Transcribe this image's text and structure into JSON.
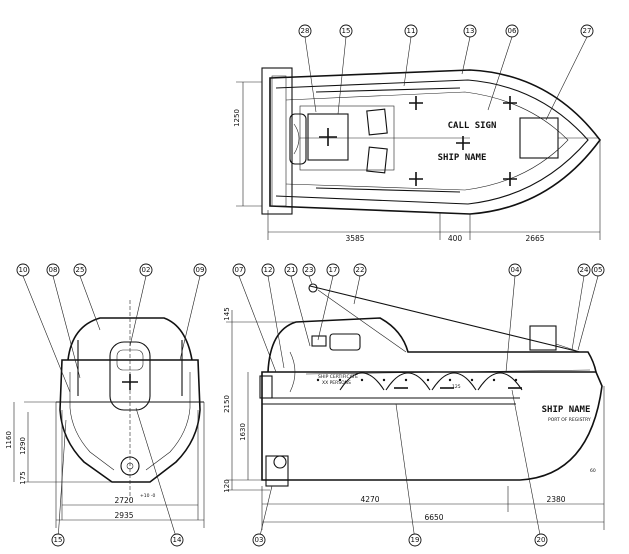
{
  "top_view": {
    "hull_texts": [
      "CALL SIGN",
      "SHIP NAME"
    ],
    "dims": {
      "beam": "1250",
      "aft": "3585",
      "mid": "400",
      "fwd": "2665"
    },
    "callouts": [
      "28",
      "15",
      "11",
      "13",
      "06",
      "27"
    ]
  },
  "end_view": {
    "dims": {
      "h1": "1160",
      "h2": "1290",
      "h3": "175",
      "w_inner": "2720",
      "w_outer": "2935"
    },
    "tolerance": "+10 -0",
    "callouts_top": [
      "10",
      "08",
      "25",
      "02",
      "09"
    ],
    "callouts_bottom": [
      "15",
      "14"
    ]
  },
  "side_view": {
    "hull_texts": {
      "name": "SHIP NAME",
      "port": "PORT OF REGISTRY",
      "cert": "SHIP CERTIFICATE",
      "persons": "XX PERSONS"
    },
    "dims": {
      "top": "145",
      "overall_h": "2150",
      "h_mid": "1630",
      "bottom": "120",
      "aft_len": "4270",
      "fwd_len": "2380",
      "total": "6650",
      "side_mark": "125",
      "bow_mark": "60"
    },
    "callouts_top": [
      "07",
      "12",
      "21",
      "23",
      "17",
      "22",
      "04",
      "24",
      "05"
    ],
    "callouts_bottom": [
      "03",
      "19",
      "20"
    ]
  }
}
